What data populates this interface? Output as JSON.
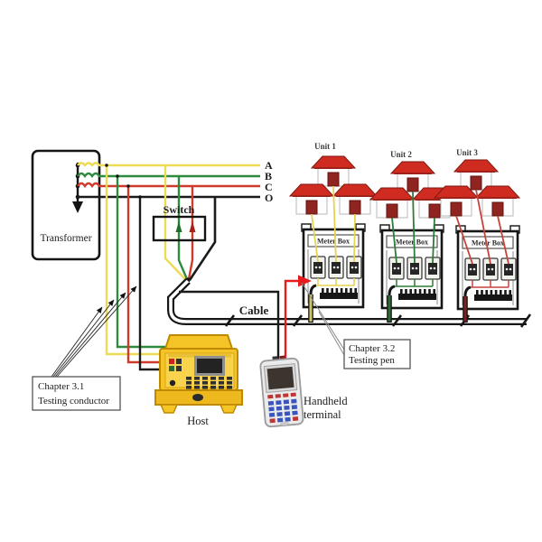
{
  "diagram": {
    "transformer": {
      "label": "Transformer"
    },
    "phases": {
      "a": "A",
      "b": "B",
      "c": "C",
      "o": "O"
    },
    "switch": {
      "label": "Switch"
    },
    "cable": {
      "label": "Cable"
    },
    "units": [
      {
        "label": "Unit 1"
      },
      {
        "label": "Unit 2"
      },
      {
        "label": "Unit 3"
      }
    ],
    "meter_boxes": [
      {
        "label": "Meter Box"
      },
      {
        "label": "Meter Box"
      },
      {
        "label": "Meter Box"
      }
    ],
    "host": {
      "label": "Host"
    },
    "handheld": {
      "line1": "Handheld",
      "line2": "terminal"
    },
    "callout_31": {
      "line1": "Chapter 3.1",
      "line2": "Testing conductor"
    },
    "callout_32": {
      "line1": "Chapter 3.2",
      "line2": "Testing pen"
    },
    "colors": {
      "phase_a": "#ecdc55",
      "phase_b": "#2e8b3e",
      "phase_c": "#cf3a2a",
      "neutral": "#1b1b1b",
      "unit1_wire": "#e6d34f",
      "unit2_wire": "#2e7d36",
      "unit3_wire": "#c5443a",
      "drop1": "#cfc36a",
      "drop2": "#2c6b33",
      "drop3": "#7d2020",
      "roof": "#cf2b20",
      "door": "#8f2420",
      "host_body": "#f5c426",
      "pen_arrow": "#e81c1c"
    }
  }
}
